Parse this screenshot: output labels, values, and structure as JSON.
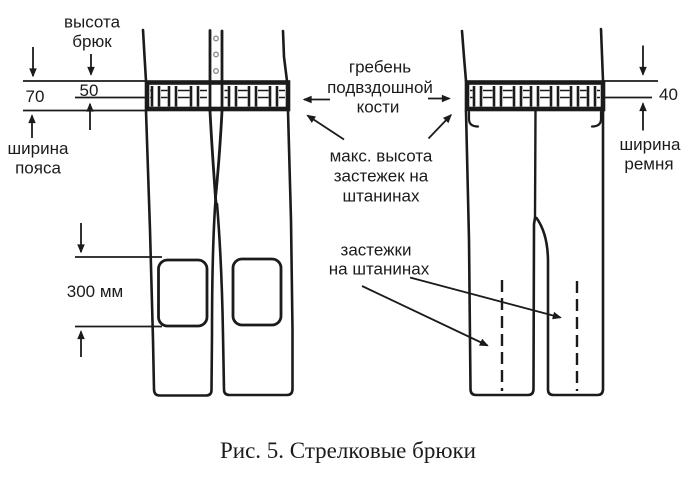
{
  "caption": "Рис. 5. Стрелковые брюки",
  "colors": {
    "ink": "#1b1b1b",
    "paper": "#ffffff"
  },
  "dims": {
    "trouser_height_label_1": "высота",
    "trouser_height_label_2": "брюк",
    "trouser_height_value": "50",
    "waistband_width_value": "70",
    "waistband_width_label_1": "ширина",
    "waistband_width_label_2": "пояса",
    "knee_zone_value": "300 мм",
    "belt_width_value": "40",
    "belt_width_label_1": "ширина",
    "belt_width_label_2": "ремня"
  },
  "callouts": {
    "iliac_crest_1": "гребень",
    "iliac_crest_2": "подвздошной",
    "iliac_crest_3": "кости",
    "max_fastener_1": "макс. высота",
    "max_fastener_2": "застежек на",
    "max_fastener_3": "штанинах",
    "leg_fasteners_1": "застежки",
    "leg_fasteners_2": "на штанинах"
  }
}
